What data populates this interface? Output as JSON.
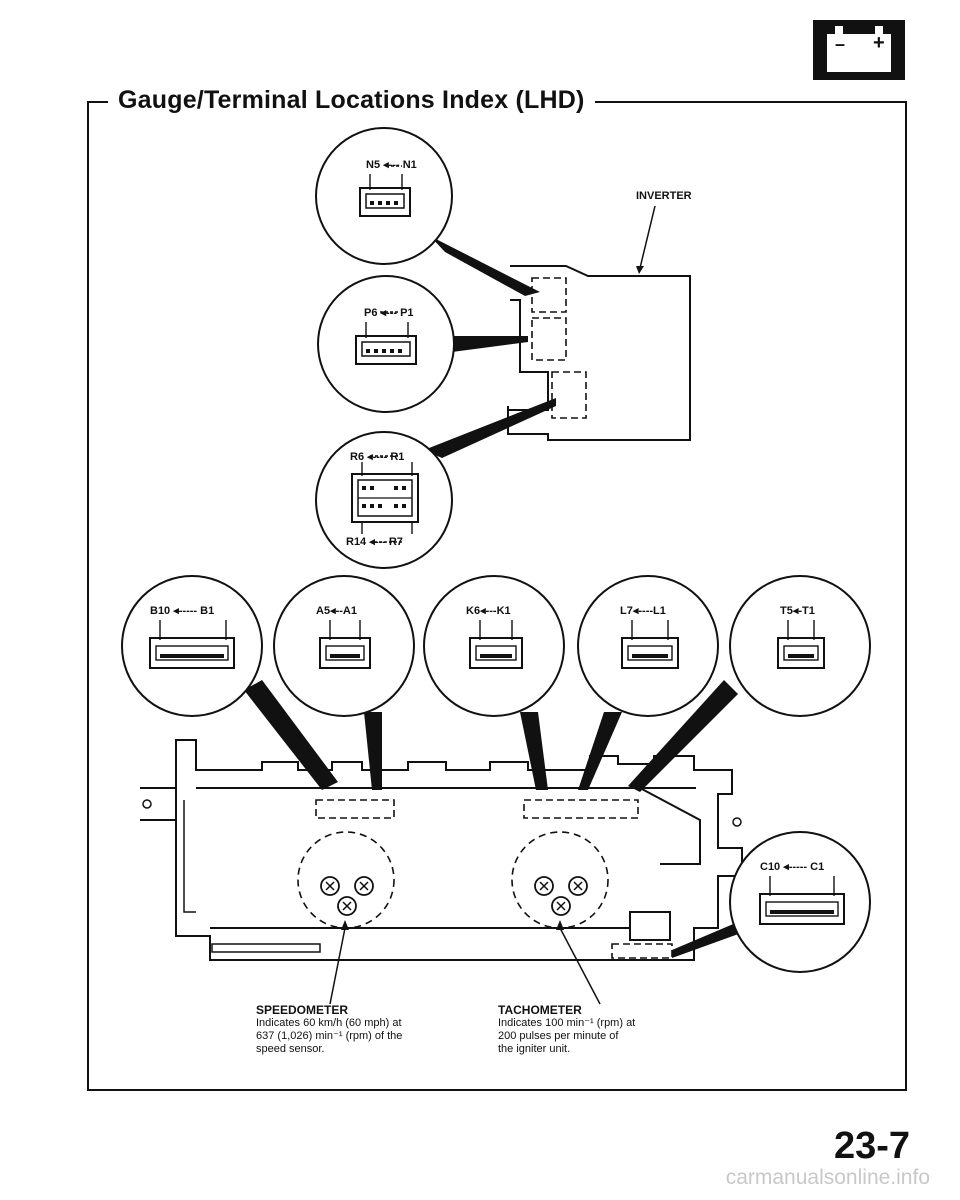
{
  "title": "Gauge/Terminal Locations Index (LHD)",
  "page_number": "23-7",
  "watermark": "carmanualsonline.info",
  "battery_icon": {
    "minus": "–",
    "plus": "+"
  },
  "inverter": {
    "label": "INVERTER"
  },
  "connectors": {
    "n": {
      "left": "N5",
      "right": "N1"
    },
    "p": {
      "left": "P6",
      "right": "P1"
    },
    "r": {
      "top_left": "R6",
      "top_right": "R1",
      "bottom_left": "R14",
      "bottom_right": "R7"
    },
    "b": {
      "left": "B10",
      "right": "B1"
    },
    "a": {
      "left": "A5",
      "right": "A1"
    },
    "k": {
      "left": "K6",
      "right": "K1"
    },
    "l": {
      "left": "L7",
      "right": "L1"
    },
    "t": {
      "left": "T5",
      "right": "T1"
    },
    "c": {
      "left": "C10",
      "right": "C1"
    }
  },
  "speedometer": {
    "title": "SPEEDOMETER",
    "lines": [
      "Indicates 60 km/h (60 mph) at",
      "637 (1,026) min⁻¹ (rpm) of the",
      "speed sensor."
    ]
  },
  "tachometer": {
    "title": "TACHOMETER",
    "lines": [
      "Indicates 100 min⁻¹ (rpm) at",
      "200 pulses per minute of",
      "the igniter unit."
    ]
  }
}
